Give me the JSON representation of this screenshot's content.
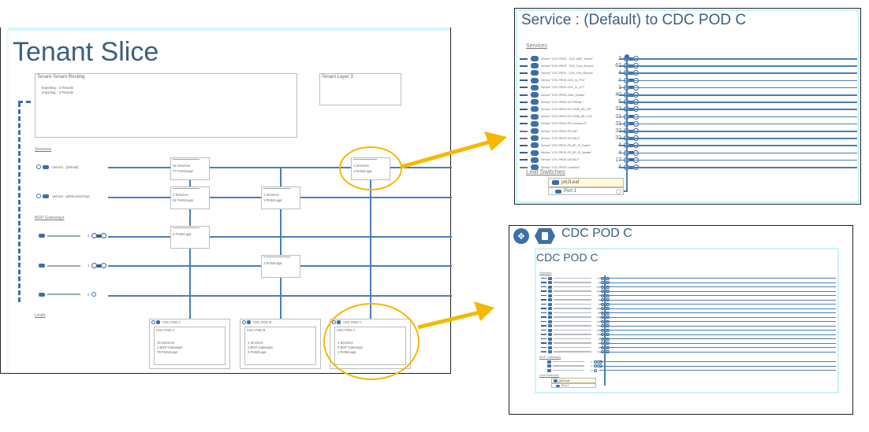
{
  "main": {
    "title": "Tenant Slice",
    "routing_box": {
      "title": "Tenant-Tenant Routing",
      "exporting_label": "Exporting :",
      "exporting_value": "0 Tenants",
      "importing_label": "Importing :",
      "importing_value": "0 Tenants"
    },
    "layer3_box": {
      "title": "Tenant Layer 3"
    },
    "services_label": "Services",
    "services": [
      {
        "label": "Service : (Default)"
      },
      {
        "label": "Service : pbServiceGroup"
      }
    ],
    "bgp_label": "BGP Gateways",
    "bgp_gateways": [
      {
        "count": "2"
      },
      {
        "count": "1"
      },
      {
        "count": "0"
      }
    ],
    "leafs_label": "Leafs",
    "cells": [
      {
        "line1": "16 Services",
        "line2": "77 Ports/Lags"
      },
      {
        "line1": "1 Services",
        "line2": "1 Ports/Lags"
      },
      {
        "line1": "2 Services",
        "line2": "41 Ports/Lags"
      },
      {
        "line1": "1 Services",
        "line2": "1 Ports/Lags"
      },
      {
        "line1": "2 Ports/Lags",
        "line2": ""
      },
      {
        "line1": "1 Ports/Lags",
        "line2": ""
      }
    ],
    "pods": [
      {
        "header": "CDC POD A",
        "inner_title": "CDC POD A",
        "services": "16 Services",
        "bgp": "1 BGP Gateways",
        "ports": "78 Ports/Lags"
      },
      {
        "header": "CDC POD B",
        "inner_title": "CDC POD B",
        "services": "1 Services",
        "bgp": "1 BGP Gateways",
        "ports": "2 Ports/Lags"
      },
      {
        "header": "CDC POD C",
        "inner_title": "CDC POD C",
        "services": "1 Services",
        "bgp": "0 BGP Gateways",
        "ports": "1 Ports/Lags"
      }
    ]
  },
  "service_panel": {
    "title": "Service : (Default) to CDC POD C",
    "services_label": "Services",
    "rows": [
      {
        "label": "Service \"CSC-PROD - CDC_BAP_Tunnel\"",
        "count": "2",
        "dash": "blue"
      },
      {
        "label": "Service \"CSC-PROD - CRC_Pool_Servers\"",
        "count": "62",
        "dash": "blue"
      },
      {
        "label": "Service \"CSC-PROD - CDC_Pub_Servers\"",
        "count": "4",
        "dash": "blue"
      },
      {
        "label": "Service \"CSC-PROD-CDC_to_PSC\"",
        "count": "4",
        "dash": "blue"
      },
      {
        "label": "Service \"CSC-PROD-CDC_to_LCT\"",
        "count": "1",
        "dash": "blue"
      },
      {
        "label": "Service \"CSC-PROD-Citrix_Cluster\"",
        "count": "40",
        "dash": "blue"
      },
      {
        "label": "Service \"CSC-PROD-EXTERNAL\"",
        "count": "5",
        "dash": "blue"
      },
      {
        "label": "Service \"CSC-PROD-FS-CSSB_AR_VIP\"",
        "count": "32",
        "dash": "blue"
      },
      {
        "label": "Service \"CSC-PROD-FS-CSSB_AR_VLS\"",
        "count": "32",
        "dash": "blue"
      },
      {
        "label": "Service \"CSC-PROD-FS-Common-3\"",
        "count": "32",
        "dash": "blue"
      },
      {
        "label": "Service \"CSC-PROD-FS-Hdt\"",
        "count": "32",
        "dash": "grey"
      },
      {
        "label": "Service \"CSC-PROD-FS-Hdt-3\"",
        "count": "32",
        "dash": "grey"
      },
      {
        "label": "Service \"CSC-PROD-FS_BP_IP_Scaler\"",
        "count": "4",
        "dash": "blue"
      },
      {
        "label": "Service \"CSC-PROD-FS_BP_IP_Update\"",
        "count": "4",
        "dash": "blue"
      },
      {
        "label": "Service \"CSC-PROD-LEGACY\"",
        "count": "17",
        "dash": "blue"
      },
      {
        "label": "Service \"CSC-PROD-LoadTest\"",
        "count": "4",
        "dash": "grey"
      }
    ],
    "leaf_switches_label": "Leaf Switches",
    "leaf_name": "jsk2Leaf",
    "port_label": "Port 1"
  },
  "pod_panel": {
    "header": "CDC POD C",
    "inner_title": "CDC POD C",
    "services_label": "Services",
    "service_counts": [
      "17",
      "2",
      "34",
      "32",
      "4",
      "4",
      "1",
      "40",
      "5",
      "32",
      "32",
      "32",
      "32",
      "32",
      "4",
      "4",
      "4",
      "17"
    ],
    "bgp_label": "BGP Gateways",
    "bgp_counts": [
      "2",
      "1",
      "0"
    ],
    "leaf_switches_label": "Leaf Switches",
    "leaf_name": "jsk2Leaf",
    "port_label": "Port 1"
  },
  "colors": {
    "link": "#4a7fb5",
    "highlight": "#f5b800",
    "title": "#3c5f80",
    "accent_panel_border": "#c8f3fa"
  }
}
